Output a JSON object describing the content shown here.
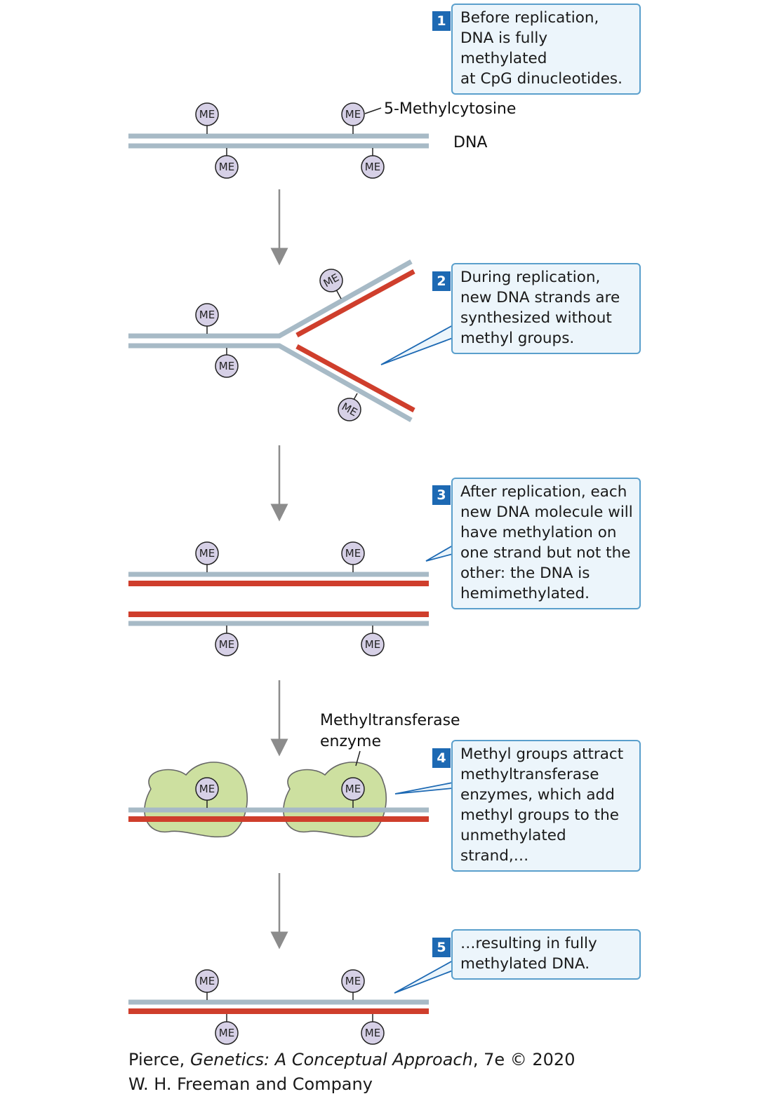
{
  "me_label": "ME",
  "colors": {
    "old_strand": "#a7bac6",
    "new_strand": "#cf3e2c",
    "methyl_fill": "#d6d0e6",
    "enzyme_fill": "#cde0a0",
    "callout_fill": "#ecf5fb",
    "callout_border": "#5a9fcc",
    "badge": "#1d69b3",
    "arrow": "#8c8c8c"
  },
  "labels": {
    "methylcytosine": "5-Methylcytosine",
    "dna": "DNA",
    "enzyme_line1": "Methyltransferase",
    "enzyme_line2": "enzyme"
  },
  "steps": [
    {
      "number": "1",
      "lines": [
        "Before replication,",
        "DNA is fully methylated",
        "at CpG dinucleotides."
      ]
    },
    {
      "number": "2",
      "lines": [
        "During replication,",
        "new DNA strands are",
        "synthesized without",
        "methyl groups."
      ]
    },
    {
      "number": "3",
      "lines": [
        "After replication, each",
        "new DNA molecule will",
        "have methylation on",
        "one strand but not the",
        "other: the DNA is",
        "hemimethylated."
      ]
    },
    {
      "number": "4",
      "lines": [
        "Methyl groups attract",
        "methyltransferase",
        "enzymes, which add",
        "methyl groups to the",
        "unmethylated strand,…"
      ]
    },
    {
      "number": "5",
      "lines": [
        "…resulting in fully",
        "methylated DNA."
      ]
    }
  ],
  "credit": {
    "author": "Pierce, ",
    "book_title": "Genetics: A Conceptual Approach",
    "edition": ", 7e © 2020",
    "publisher": "W. H. Freeman and Company"
  }
}
